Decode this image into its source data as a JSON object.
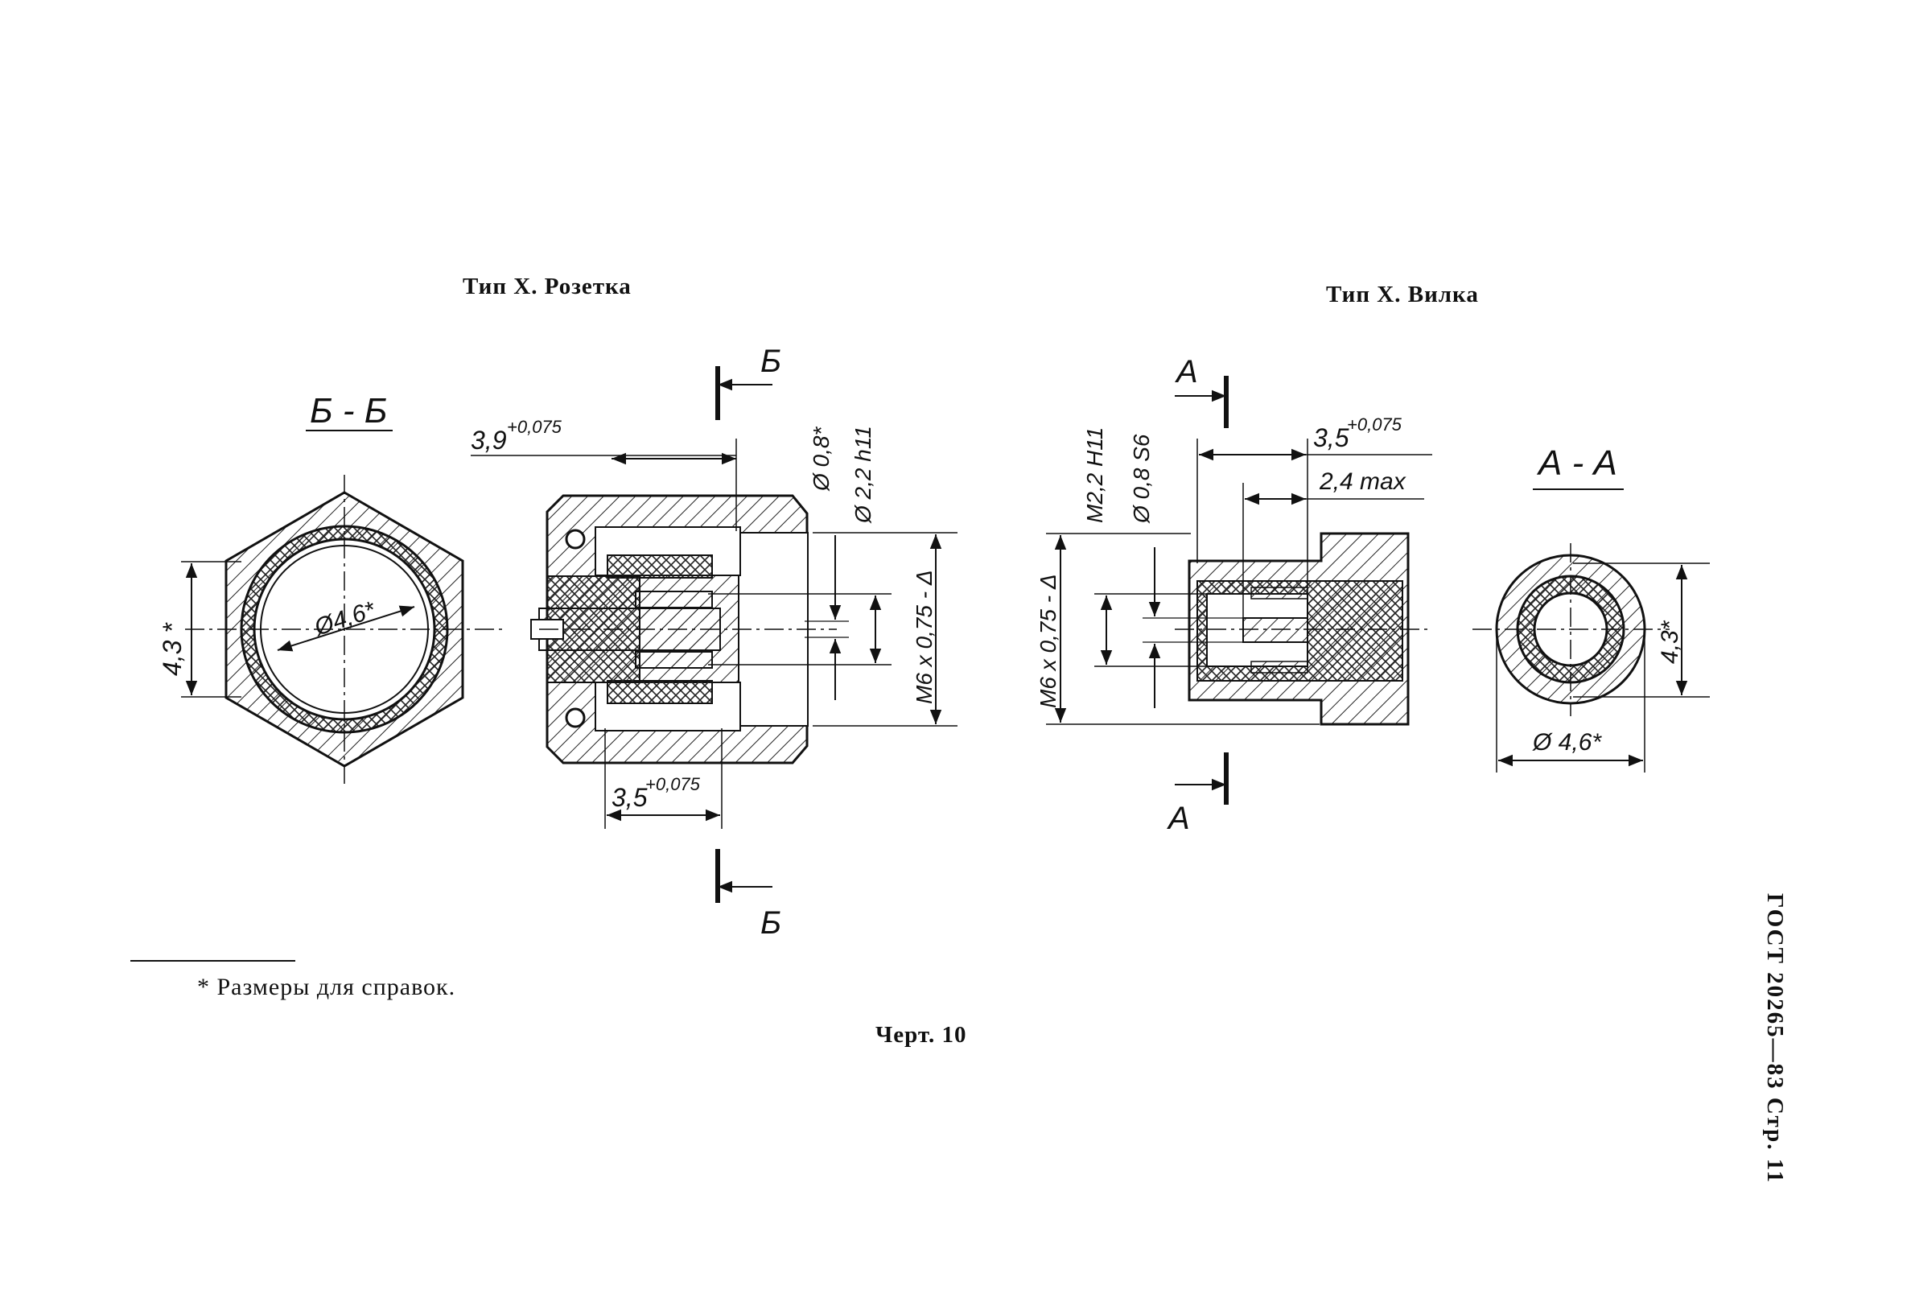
{
  "titles": {
    "left": "Тип Х. Розетка",
    "right": "Тип Х. Вилка"
  },
  "sections": {
    "bb_label": "Б - Б",
    "aa_label": "А - А",
    "b_mark": "Б",
    "a_mark": "А"
  },
  "dimensions": {
    "socket_39": "3,9",
    "socket_39_tol": "+0,075",
    "socket_35": "3,5",
    "socket_35_tol": "+0,075",
    "socket_d08": "Ø 0,8*",
    "socket_d22": "Ø 2,2 h11",
    "socket_m6": "М6 х 0,75 - Δ",
    "bb_43": "4,3 *",
    "bb_d46": "Ø4,6*",
    "plug_m22": "М2,2 Н11",
    "plug_d08": "Ø 0,8 S6",
    "plug_35": "3,5",
    "plug_35_tol": "+0,075",
    "plug_24": "2,4 max",
    "plug_m6": "М6 х 0,75 - Δ",
    "aa_43": "4,3*",
    "aa_d46": "Ø 4,6*"
  },
  "footnote": "* Размеры для справок.",
  "figure": "Черт. 10",
  "page_ref": "ГОСТ 20265—83 Стр. 11"
}
